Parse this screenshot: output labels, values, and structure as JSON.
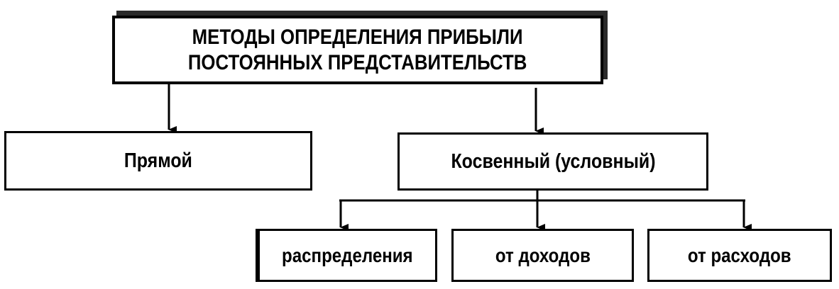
{
  "diagram": {
    "root": {
      "line1": "МЕТОДЫ ОПРЕДЕЛЕНИЯ ПРИБЫЛИ",
      "line2": "ПОСТОЯННЫХ ПРЕДСТАВИТЕЛЬСТВ"
    },
    "methods": [
      {
        "label": "Прямой"
      },
      {
        "label": "Косвенный (условный)"
      }
    ],
    "indirect_children": [
      {
        "label": "распределения"
      },
      {
        "label": "от доходов"
      },
      {
        "label": "от расходов"
      }
    ],
    "colors": {
      "line": "#000000",
      "background": "#ffffff"
    }
  }
}
